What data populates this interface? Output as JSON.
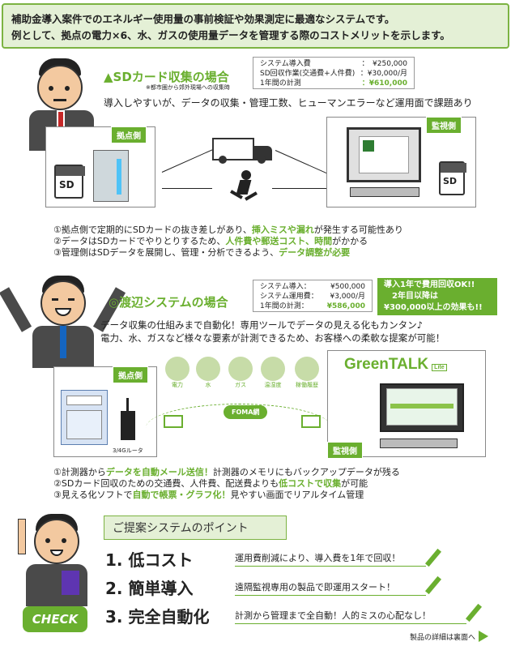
{
  "header": {
    "line1": "補助金導入案件でのエネルギー使用量の事前検証や効果測定に最適なシステムです。",
    "line2": "例として、拠点の電力×6、水、ガスの使用量データを管理する際のコストメリットを示します。"
  },
  "sd_section": {
    "title": "▲SDカード収集の場合",
    "note": "※都市圏から郊外現場への収集時",
    "costs": [
      {
        "label": "システム導入費",
        "value": "：　¥250,000"
      },
      {
        "label": "SD回収作業(交通費+人件費)",
        "value": "：¥30,000/月"
      },
      {
        "label": "1年間の計測",
        "value": "：¥610,000"
      }
    ],
    "summary": "導入しやすいが、データの収集・管理工数、ヒューマンエラーなど運用面で課題あり",
    "site_tag": "拠点側",
    "monitor_tag": "監視側",
    "sd_label": "SD",
    "points": [
      {
        "a": "①拠点側で定期的にSDカードの抜き差しがあり、",
        "b": "挿入ミスや漏れ",
        "c": "が発生する可能性あり"
      },
      {
        "a": "②データはSDカードでやりとりするため、",
        "b": "人件費や郵送コスト、時間",
        "c": "がかかる"
      },
      {
        "a": "③管理側はSDデータを展開し、管理・分析できるよう、",
        "b": "データ調整が必要",
        "c": ""
      }
    ]
  },
  "wt_section": {
    "title": "◎渡辺システムの場合",
    "costs": [
      {
        "label": "システム導入：",
        "value": "¥500,000"
      },
      {
        "label": "システム運用費：",
        "value": "¥3,000/月"
      },
      {
        "label": "1年間の計測：",
        "value": "¥586,000"
      }
    ],
    "promo": [
      "導入1年で費用回収OK!!",
      "2年目以降は",
      "¥300,000以上の効果も!!"
    ],
    "summary1": "データ収集の仕組みまで自動化！専用ツールでデータの見える化もカンタン♪",
    "summary2": "電力、水、ガスなど様々な要素が計測できるため、お客様への柔軟な提案が可能！",
    "site_tag": "拠点側",
    "monitor_tag": "監視側",
    "icons": [
      "電力",
      "水",
      "ガス",
      "温湿度",
      "稼働履歴"
    ],
    "network": "FOMA網",
    "router": "3/4Gルータ",
    "brand": "GreenTALK",
    "brand_sub": "Lite",
    "points": [
      {
        "a": "①計測器から",
        "b": "データを自動メール送信！",
        "c": "計測器のメモリにもバックアップデータが残る"
      },
      {
        "a": "②SDカード回収のための交通費、人件費、配送費よりも",
        "b": "低コストで収集",
        "c": "が可能"
      },
      {
        "a": "③見える化ソフトで",
        "b": "自動で帳票・グラフ化！",
        "c": "見やすい画面でリアルタイム管理"
      }
    ]
  },
  "proposal": {
    "title": "ご提案システムのポイント",
    "items": [
      {
        "num": "1. 低コスト",
        "desc": "運用費削減により、導入費を1年で回収！"
      },
      {
        "num": "2. 簡単導入",
        "desc": "遠隔監視専用の製品で即運用スタート！"
      },
      {
        "num": "3. 完全自動化",
        "desc": "計測から管理まで全自動！人的ミスの心配なし！"
      }
    ],
    "check": "CHECK",
    "footer": "製品の詳細は裏面へ"
  }
}
